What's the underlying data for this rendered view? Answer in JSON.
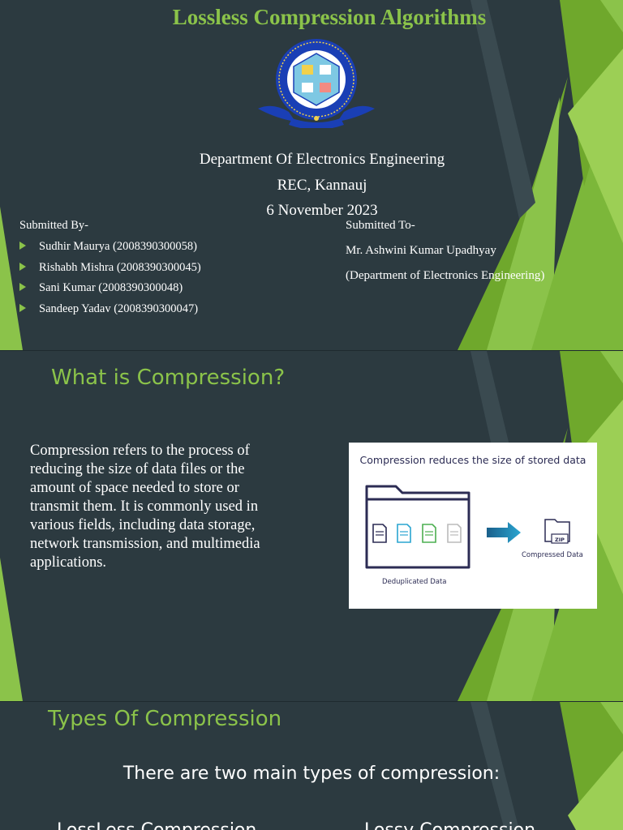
{
  "slide1": {
    "title": "Lossless Compression Algorithms",
    "department": "Department Of Electronics Engineering",
    "institute": "REC, Kannauj",
    "date": "6 November 2023",
    "submitted_by_label": "Submitted By-",
    "team": [
      "Sudhir Maurya (2008390300058)",
      "Rishabh Mishra (2008390300045)",
      "Sani Kumar (2008390300048)",
      "Sandeep Yadav (2008390300047)"
    ],
    "submitted_to_label": "Submitted To-",
    "guide_name": "Mr.  Ashwini Kumar Upadhyay",
    "guide_department": "(Department of Electronics Engineering)",
    "logo_icon": "college-emblem-icon"
  },
  "slide2": {
    "heading": "What is Compression?",
    "paragraph": "Compression refers to the process of reducing the size of data files or the amount of space needed to store or transmit them. It is commonly used in various fields, including data storage, network transmission, and multimedia applications.",
    "figure": {
      "caption": "Compression reduces the size of stored data",
      "left_label": "Deduplicated Data",
      "right_label": "Compressed Data",
      "zip_text": "ZIP"
    }
  },
  "slide3": {
    "heading": "Types Of Compression",
    "intro": "There are two main types of compression:",
    "type1": "LossLess Compression",
    "type2": "Lossy Compression"
  },
  "colors": {
    "background": "#2c3a40",
    "accent_green": "#8bc34a",
    "text": "#ffffff"
  }
}
